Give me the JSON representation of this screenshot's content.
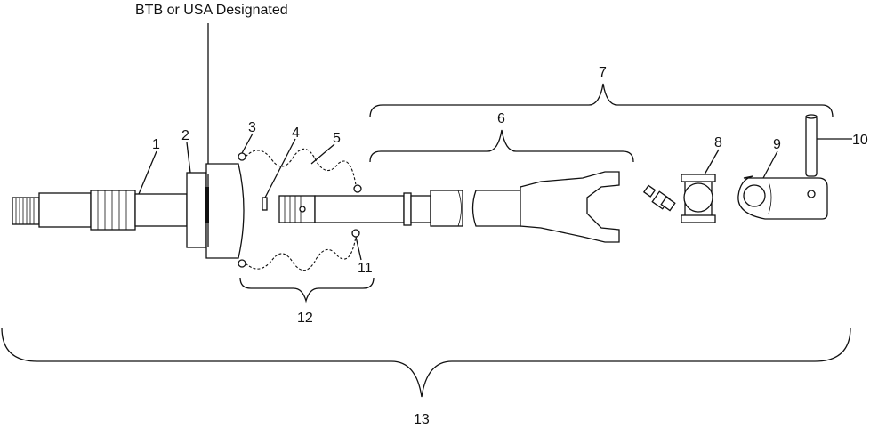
{
  "header_note": "BTB or USA Designated",
  "callouts": {
    "c1": "1",
    "c2": "2",
    "c3": "3",
    "c4": "4",
    "c5": "5",
    "c6": "6",
    "c7": "7",
    "c8": "8",
    "c9": "9",
    "c10": "10",
    "c11": "11",
    "c12": "12",
    "c13": "13"
  }
}
